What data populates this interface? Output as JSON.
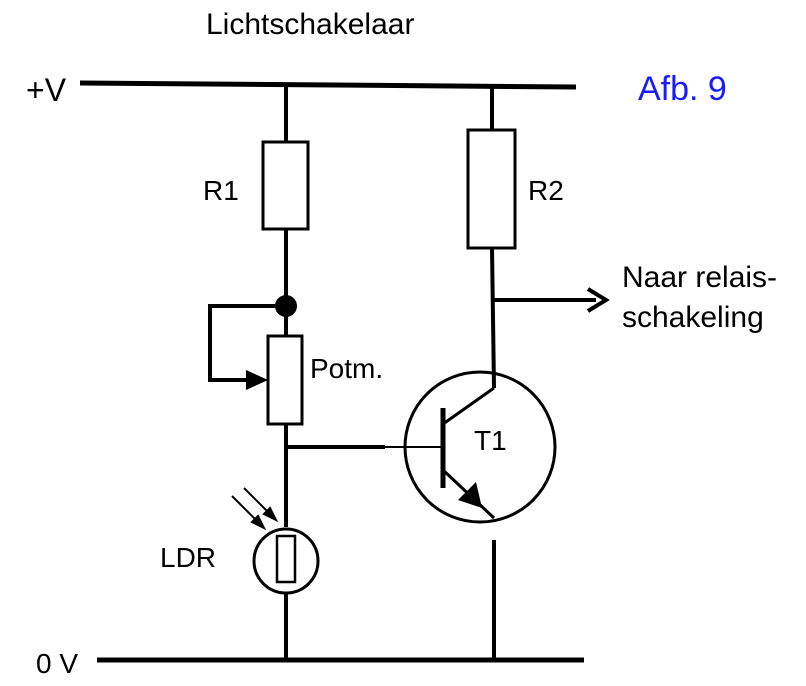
{
  "diagram": {
    "title": "Lichtschakelaar",
    "figure_label": "Afb. 9",
    "figure_label_color": "#1a1aff",
    "supply_label": "+V",
    "ground_label": "0 V",
    "components": {
      "r1": "R1",
      "r2": "R2",
      "potentiometer": "Potm.",
      "ldr": "LDR",
      "transistor": "T1"
    },
    "output_label_line1": "Naar relais-",
    "output_label_line2": "schakeling",
    "stroke_color": "#000000"
  }
}
